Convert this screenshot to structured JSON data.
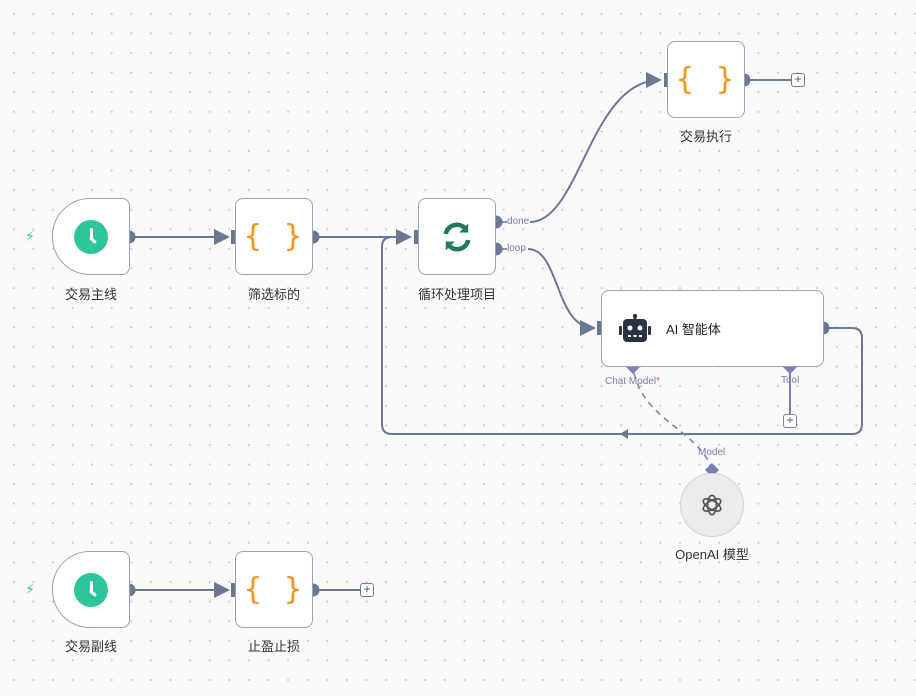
{
  "canvas": {
    "edge_color": "#6b7894",
    "trigger_color": "#2fc59a",
    "code_color": "#f7941d",
    "loop_color": "#1e7a5e",
    "ai_port_color": "#7b7fb5"
  },
  "nodes": {
    "trigger_main": {
      "label": "交易主线",
      "icon": "clock-icon",
      "trigger_icon": "bolt-icon"
    },
    "filter": {
      "label": "筛选标的",
      "icon": "code-braces-icon"
    },
    "loop": {
      "label": "循环处理项目",
      "icon": "loop-arrows-icon",
      "outputs": [
        "done",
        "loop"
      ]
    },
    "execute": {
      "label": "交易执行",
      "icon": "code-braces-icon"
    },
    "ai_agent": {
      "label": "AI 智能体",
      "icon": "robot-icon",
      "ports": {
        "chat_model": "Chat Model",
        "required_mark": "*",
        "tool": "Tool"
      }
    },
    "openai": {
      "label": "OpenAI 模型",
      "icon": "openai-icon",
      "port": "Model"
    },
    "trigger_sub": {
      "label": "交易副线",
      "icon": "clock-icon",
      "trigger_icon": "bolt-icon"
    },
    "stop": {
      "label": "止盈止损",
      "icon": "code-braces-icon"
    }
  },
  "glyphs": {
    "braces": "{ }",
    "plus": "+",
    "bolt": "⚡"
  }
}
